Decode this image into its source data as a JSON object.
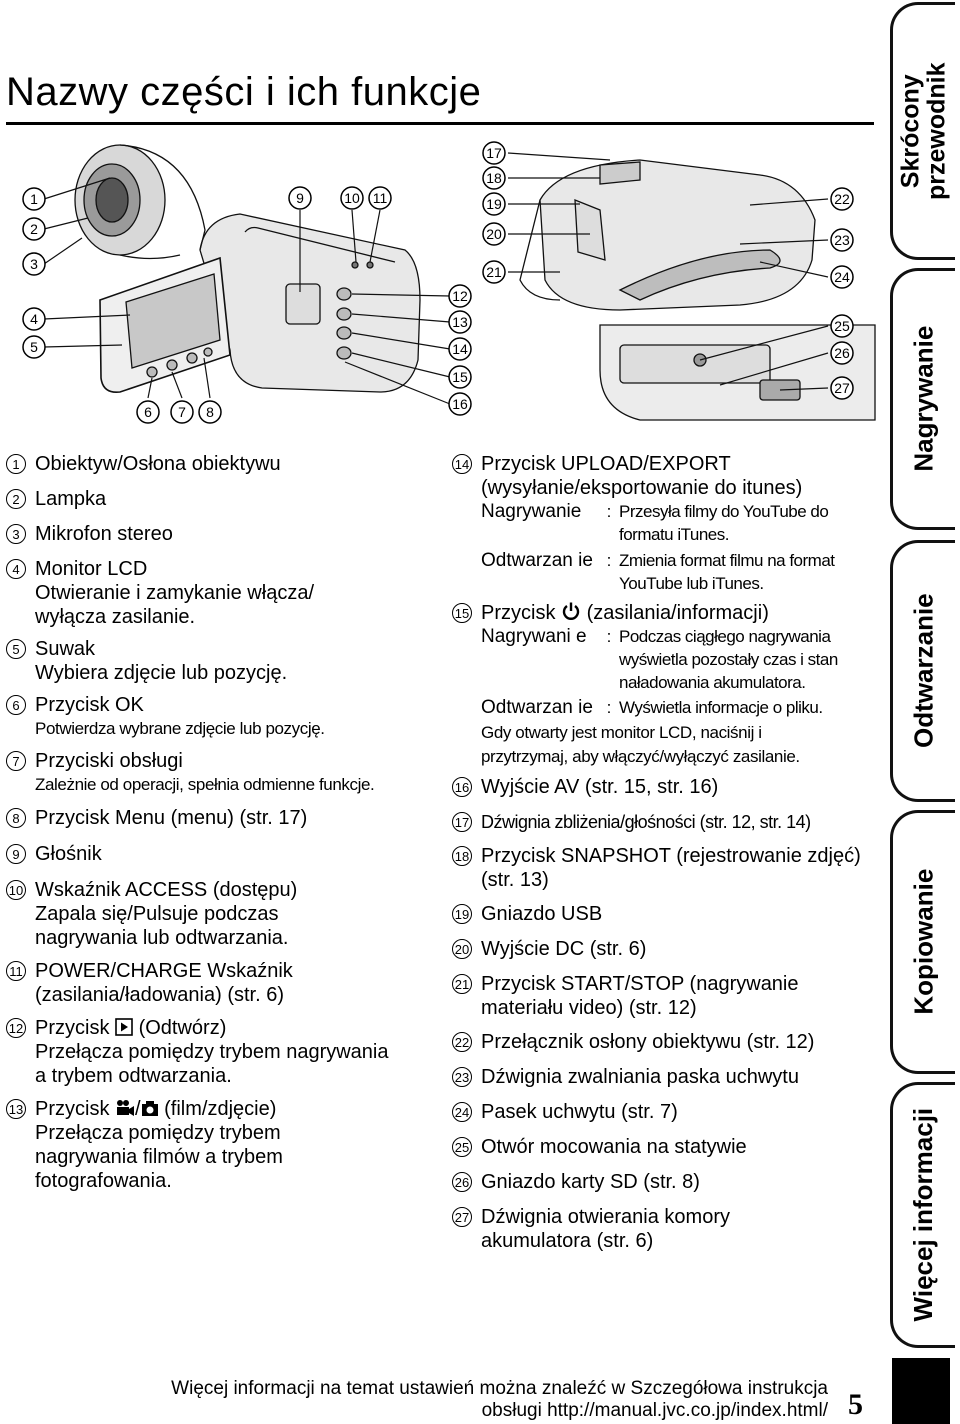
{
  "title": "Nazwy części i ich funkcje",
  "sidebar": {
    "tabs": [
      {
        "label": "Skrócony przewodnik"
      },
      {
        "label": "Nagrywanie"
      },
      {
        "label": "Odtwarzanie"
      },
      {
        "label": "Kopiowanie"
      },
      {
        "label": "Więcej informacji"
      }
    ]
  },
  "figure": {
    "callouts": [
      "1",
      "2",
      "3",
      "4",
      "5",
      "6",
      "7",
      "8",
      "9",
      "10",
      "11",
      "12",
      "13",
      "14",
      "15",
      "16",
      "17",
      "18",
      "19",
      "20",
      "21",
      "22",
      "23",
      "24",
      "25",
      "26",
      "27"
    ]
  },
  "left_items": [
    {
      "num": "1",
      "main": "Obiektyw/Osłona obiektywu",
      "sub": ""
    },
    {
      "num": "2",
      "main": "Lampka",
      "sub": ""
    },
    {
      "num": "3",
      "main": "Mikrofon stereo",
      "sub": ""
    },
    {
      "num": "4",
      "main": "Monitor LCD",
      "sub": "Otwieranie i zamykanie włącza/ wyłącza zasilanie."
    },
    {
      "num": "5",
      "main": "Suwak",
      "sub": "Wybiera zdjęcie lub pozycję."
    },
    {
      "num": "6",
      "main": "Przycisk OK",
      "sub": "Potwierdza wybrane zdjęcie lub pozycję."
    },
    {
      "num": "7",
      "main": "Przyciski obsługi",
      "sub": "Zależnie od operacji, spełnia odmienne funkcje."
    },
    {
      "num": "8",
      "main": "Przycisk Menu (menu) (str. 17)",
      "sub": ""
    },
    {
      "num": "9",
      "main": "Głośnik",
      "sub": ""
    },
    {
      "num": "10",
      "main": "Wskaźnik ACCESS (dostępu)",
      "sub": "Zapala się/Pulsuje podczas nagrywania lub odtwarzania."
    },
    {
      "num": "11",
      "main": "POWER/CHARGE Wskaźnik (zasilania/ładowania) (str. 6)",
      "sub": ""
    },
    {
      "num": "12",
      "main_pre": "Przycisk",
      "main": "(Odtwórz)",
      "sub": "Przełącza pomiędzy trybem nagrywania a trybem odtwarzania."
    },
    {
      "num": "13",
      "main_pre": "Przycisk",
      "main": "(film/zdjęcie)",
      "sub": "Przełącza pomiędzy trybem nagrywania filmów a trybem fotografowania."
    }
  ],
  "right_items": {
    "i14": {
      "num": "14",
      "main": "Przycisk UPLOAD/EXPORT (wysyłanie/eksportowanie do itunes)",
      "modes": [
        {
          "key": "Nagrywanie",
          "value": "Przesyła filmy do YouTube do formatu iTunes."
        },
        {
          "key": "Odtwarzan ie",
          "value": "Zmienia format filmu na format YouTube lub iTunes."
        }
      ]
    },
    "i15": {
      "num": "15",
      "main_pre": "Przycisk",
      "main": "(zasilania/informacji)",
      "modes": [
        {
          "key": "Nagrywani e",
          "value": "Podczas ciągłego nagrywania wyświetla pozostały czas i stan naładowania akumulatora."
        },
        {
          "key": "Odtwarzan ie",
          "value": "Wyświetla informacje o pliku."
        }
      ],
      "note": "Gdy otwarty jest monitor LCD, naciśnij i przytrzymaj, aby włączyć/wyłączyć zasilanie."
    },
    "rest": [
      {
        "num": "16",
        "main": "Wyjście AV (str. 15, str. 16)"
      },
      {
        "num": "17",
        "main": "Dźwignia zbliżenia/głośności (str. 12, str. 14)",
        "condensed": true
      },
      {
        "num": "18",
        "main": "Przycisk SNAPSHOT (rejestrowanie zdjęć) (str. 13)"
      },
      {
        "num": "19",
        "main": "Gniazdo USB"
      },
      {
        "num": "20",
        "main": "Wyjście DC (str. 6)"
      },
      {
        "num": "21",
        "main": "Przycisk START/STOP (nagrywanie materiału video) (str. 12)"
      },
      {
        "num": "22",
        "main": "Przełącznik osłony obiektywu (str. 12)"
      },
      {
        "num": "23",
        "main": "Dźwignia zwalniania paska uchwytu"
      },
      {
        "num": "24",
        "main": "Pasek uchwytu (str. 7)"
      },
      {
        "num": "25",
        "main": "Otwór mocowania na statywie"
      },
      {
        "num": "26",
        "main": "Gniazdo karty SD (str. 8)"
      },
      {
        "num": "27",
        "main": "Dźwignia otwierania komory akumulatora (str. 6)"
      }
    ]
  },
  "footer": {
    "line1": "Więcej informacji na temat ustawień można znaleźć w Szczegółowa instrukcja",
    "line2": "obsługi http://manual.jvc.co.jp/index.html/"
  },
  "page_number": "5"
}
